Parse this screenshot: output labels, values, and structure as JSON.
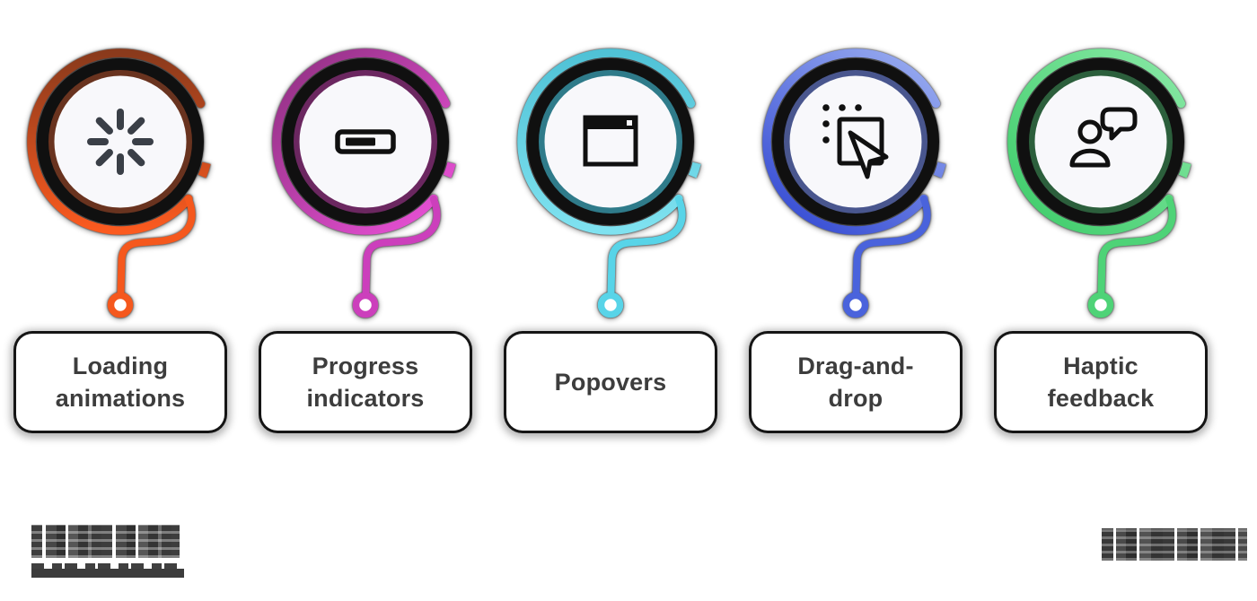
{
  "diagram": {
    "style": {
      "background": "#FFFFFF",
      "outline_color": "#101010",
      "face_color": "#F8F8FB",
      "card_fill": "#FFFFFF",
      "label_color": "#3D3D3D",
      "wordmark_color": "#3F3F3F"
    },
    "nodes": [
      {
        "id": "loading-animations",
        "label": "Loading animations",
        "line1": "Loading",
        "line2": "animations",
        "icon": "loader-spinner-icon",
        "arc_from": "#8A3A1C",
        "arc_to": "#FB5A1F",
        "ring": "#69331F",
        "connector": "#F5581D",
        "icon_color": "#3A3F47"
      },
      {
        "id": "progress-indicators",
        "label": "Progress indicators",
        "line1": "Progress",
        "line2": "indicators",
        "icon": "progress-bar-icon",
        "arc_from": "#8E2F80",
        "arc_to": "#EF53DC",
        "ring": "#6B2760",
        "connector": "#CC3FBC",
        "icon_color": "#101010"
      },
      {
        "id": "popovers",
        "label": "Popovers",
        "line1": "Popovers",
        "line2": "",
        "icon": "popover-window-icon",
        "arc_from": "#50C2D6",
        "arc_to": "#7FE2F0",
        "ring": "#2F7B8A",
        "connector": "#58D4E8",
        "icon_color": "#101010"
      },
      {
        "id": "drag-and-drop",
        "label": "Drag-and-drop",
        "line1": "Drag-and-",
        "line2": "drop",
        "icon": "drag-drop-cursor-icon",
        "arc_from": "#9FB2F2",
        "arc_to": "#3C52D5",
        "ring": "#49568E",
        "connector": "#4A63DC",
        "icon_color": "#101010"
      },
      {
        "id": "haptic-feedback",
        "label": "Haptic feedback",
        "line1": "Haptic",
        "line2": "feedback",
        "icon": "user-chat-bubble-icon",
        "arc_from": "#8BE9A7",
        "arc_to": "#3BCB68",
        "ring": "#2C5F3C",
        "connector": "#4ED377",
        "icon_color": "#101010"
      }
    ],
    "footer": {
      "left_wordmark_note": "pixelated illegible wordmark (redacted logo, two lines)",
      "right_wordmark_note": "pixelated illegible wordmark (redacted logo, one line)"
    }
  }
}
